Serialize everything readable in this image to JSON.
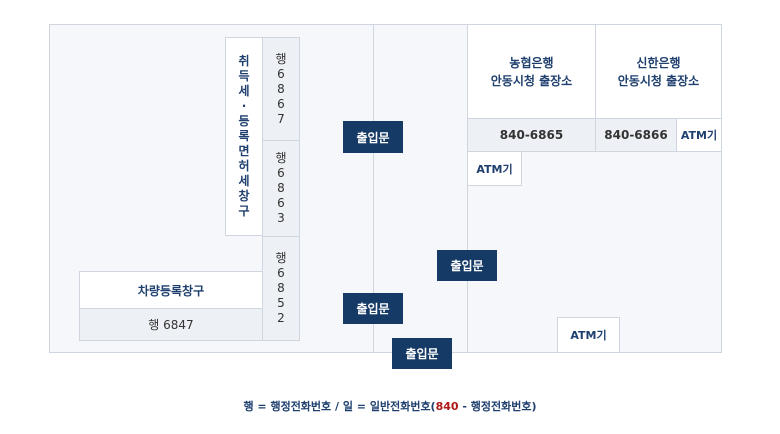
{
  "counters": {
    "tax_window": "취득세·등록면허세창구",
    "tax_ext_1": "행6867",
    "tax_ext_2": "행6863",
    "tax_ext_3": "행6852",
    "car_window": "차량등록창구",
    "car_phone": "행 6847"
  },
  "banks": {
    "nh_line1": "농협은행",
    "nh_line2": "안동시청 출장소",
    "nh_phone": "840-6865",
    "shinhan_line1": "신한은행",
    "shinhan_line2": "안동시청 출장소",
    "shinhan_phone": "840-6866"
  },
  "atm": {
    "atm1": "ATM기",
    "atm2": "ATM기",
    "atm3": "ATM기"
  },
  "doors": {
    "door1": "출입문",
    "door2": "출입문",
    "door3": "출입문",
    "door4": "출입문"
  },
  "legend": {
    "part1": "행 = 행정전화번호 / 일 = 일반전화번호(",
    "red": "840",
    "part2": " - 행정전화번호)"
  },
  "colors": {
    "door_bg": "#163a66",
    "label_blue": "#1f3f6e",
    "highlight_red": "#b01818"
  }
}
